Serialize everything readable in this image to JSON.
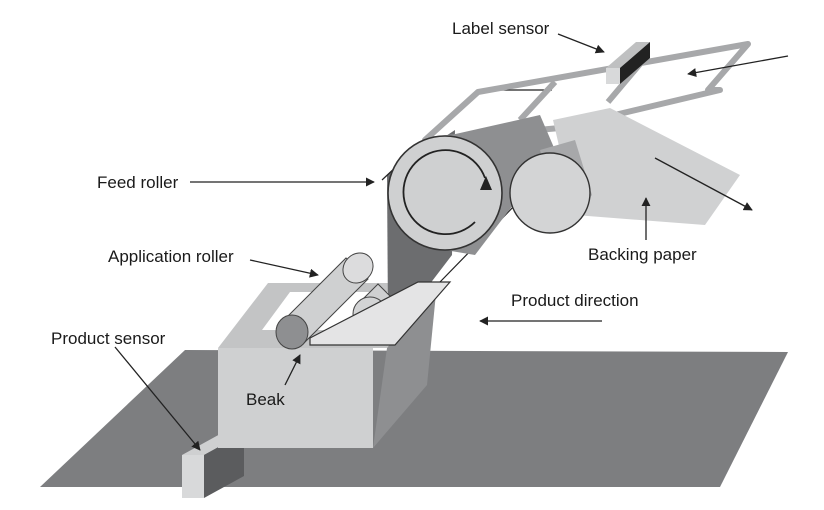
{
  "labels": {
    "label_sensor": "Label sensor",
    "feed_roller": "Feed roller",
    "application_roller": "Application roller",
    "product_direction": "Product direction",
    "product_sensor": "Product sensor",
    "beak": "Beak",
    "backing_paper": "Backing paper"
  },
  "colors": {
    "conveyor": "#7d7e80",
    "housing_light": "#cfd0d1",
    "housing_dark": "#8e8f91",
    "roller": "#d3d4d5",
    "web_dark": "#6c6d6f",
    "frame": "#a7a8aa",
    "line": "#222222"
  }
}
